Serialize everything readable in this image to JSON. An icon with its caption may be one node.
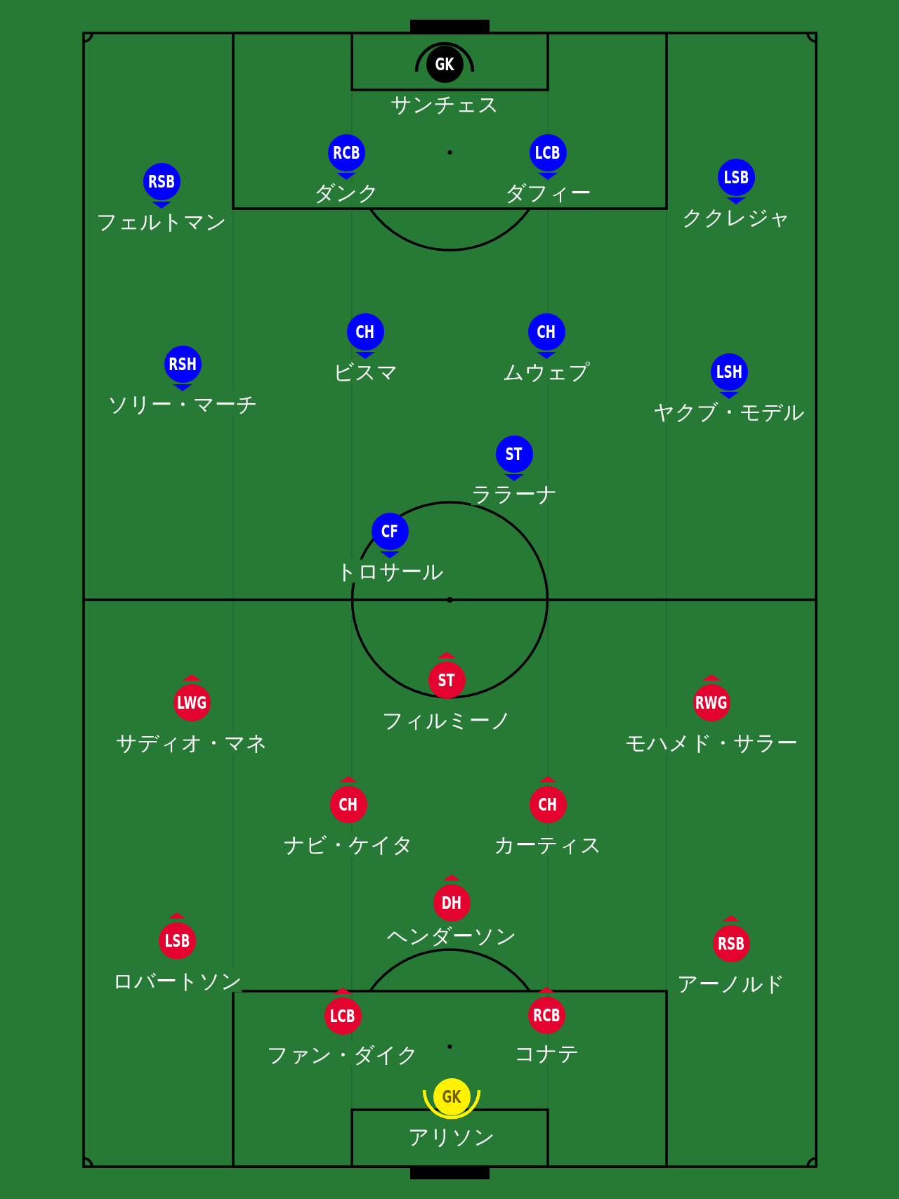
{
  "diagram": {
    "nodes": [
      {
        "text": [
          "GK"
        ],
        "beside": [
          "サンチェス"
        ]
      },
      {
        "text": [
          "RSB"
        ],
        "beside": [
          "フェルトマン"
        ]
      },
      {
        "text": [
          "RCB"
        ],
        "beside": [
          "ダンク"
        ]
      },
      {
        "text": [
          "LCB"
        ],
        "beside": [
          "ダフィー"
        ]
      },
      {
        "text": [
          "LSB"
        ],
        "beside": [
          "ククレジャ"
        ]
      },
      {
        "text": [
          "RSH"
        ],
        "beside": [
          "ソリー・マーチ"
        ]
      },
      {
        "text": [
          "CH"
        ],
        "beside": [
          "ビスマ"
        ]
      },
      {
        "text": [
          "CH"
        ],
        "beside": [
          "ムウェプ"
        ]
      },
      {
        "text": [
          "LSH"
        ],
        "beside": [
          "ヤクブ・モデル"
        ]
      },
      {
        "text": [
          "ST"
        ],
        "beside": [
          "ララーナ"
        ]
      },
      {
        "text": [
          "CF"
        ],
        "beside": [
          "トロサール"
        ]
      },
      {
        "text": [
          "ST"
        ],
        "beside": [
          "フィルミーノ"
        ]
      },
      {
        "text": [
          "LWG"
        ],
        "beside": [
          "サディオ・マネ"
        ]
      },
      {
        "text": [
          "RWG"
        ],
        "beside": [
          "モハメド・サラー"
        ]
      },
      {
        "text": [
          "CH"
        ],
        "beside": [
          "ナビ・ケイタ"
        ]
      },
      {
        "text": [
          "CH"
        ],
        "beside": [
          "カーティス"
        ]
      },
      {
        "text": [
          "DH"
        ],
        "beside": [
          "ヘンダーソン"
        ]
      },
      {
        "text": [
          "LSB"
        ],
        "beside": [
          "ロバートソン"
        ]
      },
      {
        "text": [
          "RSB"
        ],
        "beside": [
          "アーノルド"
        ]
      },
      {
        "text": [
          "LCB"
        ],
        "beside": [
          "ファン・ダイク"
        ]
      },
      {
        "text": [
          "RCB"
        ],
        "beside": [
          "コナテ"
        ]
      },
      {
        "text": [
          "GK"
        ],
        "beside": [
          "アリソン"
        ]
      }
    ]
  }
}
